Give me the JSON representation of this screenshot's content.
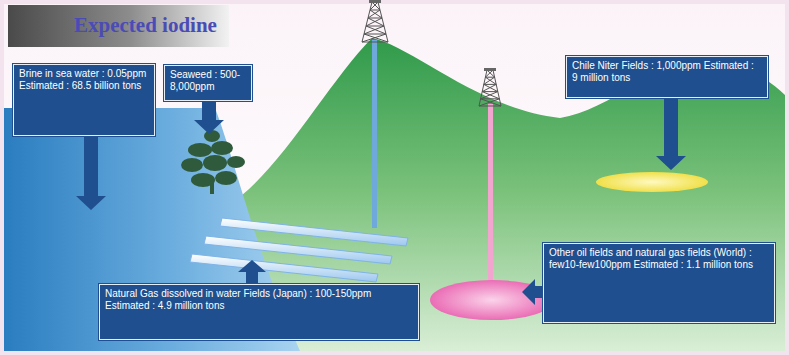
{
  "diagram": {
    "title": "Expected iodine",
    "nodes": [
      {
        "text": [
          "Brine in sea water : 0.05ppm Estimated : 68.5 billion tons"
        ]
      },
      {
        "text": [
          "Seaweed : 500-8,000ppm"
        ]
      },
      {
        "text": [
          "Chile Niter Fields : 1,000ppm Estimated : 9 million tons"
        ]
      },
      {
        "text": [
          "Natural Gas dissolved in water Fields (Japan) : 100-150ppm Estimated : 4.9 million tons"
        ]
      },
      {
        "text": [
          "Other oil fields and natural gas fields (World) : few10-few100ppm Estimated : 1.1 million tons"
        ]
      }
    ]
  }
}
